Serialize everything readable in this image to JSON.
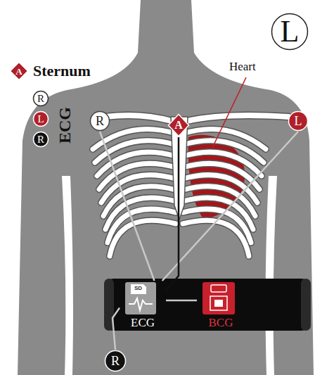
{
  "diagram": {
    "nodes": [
      {
        "text": [
          "L"
        ]
      },
      {
        "text": [
          "A",
          "Sternum"
        ]
      },
      {
        "text": [
          "R"
        ]
      },
      {
        "text": [
          "L"
        ]
      },
      {
        "text": [
          "R"
        ]
      },
      {
        "text": [
          "R"
        ]
      },
      {
        "text": [
          "L"
        ]
      },
      {
        "text": [
          "A"
        ]
      },
      {
        "text": [
          "ECG"
        ]
      },
      {
        "text": [
          "BCG"
        ]
      },
      {
        "text": [
          "R"
        ]
      }
    ],
    "edges": [
      {
        "from": 5,
        "to": 8,
        "arrow": "none"
      },
      {
        "from": 6,
        "to": 8,
        "arrow": "none"
      },
      {
        "from": 7,
        "to": 8,
        "arrow": "none"
      },
      {
        "from": 10,
        "to": 8,
        "arrow": "none"
      },
      {
        "from": 8,
        "to": 9,
        "arrow": "none"
      }
    ],
    "labels": [
      "ECG",
      "Heart",
      "SD"
    ]
  }
}
